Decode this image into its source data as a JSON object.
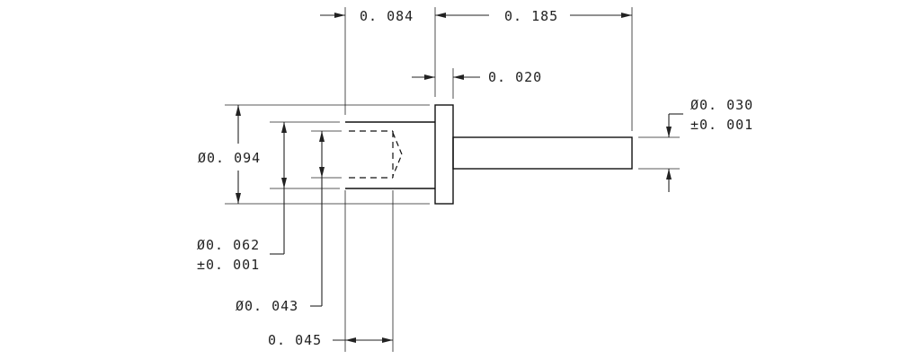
{
  "drawing": {
    "dimensions": {
      "head_offset": "0. 084",
      "pin_length": "0. 185",
      "flange_thickness": "0. 020",
      "pin_diameter": "Ø0. 030",
      "pin_tolerance": "±0. 001",
      "flange_diameter": "Ø0. 094",
      "body_diameter": "Ø0. 062",
      "body_tolerance": "±0. 001",
      "bore_diameter": "Ø0. 043",
      "bore_depth": "0. 045"
    }
  }
}
